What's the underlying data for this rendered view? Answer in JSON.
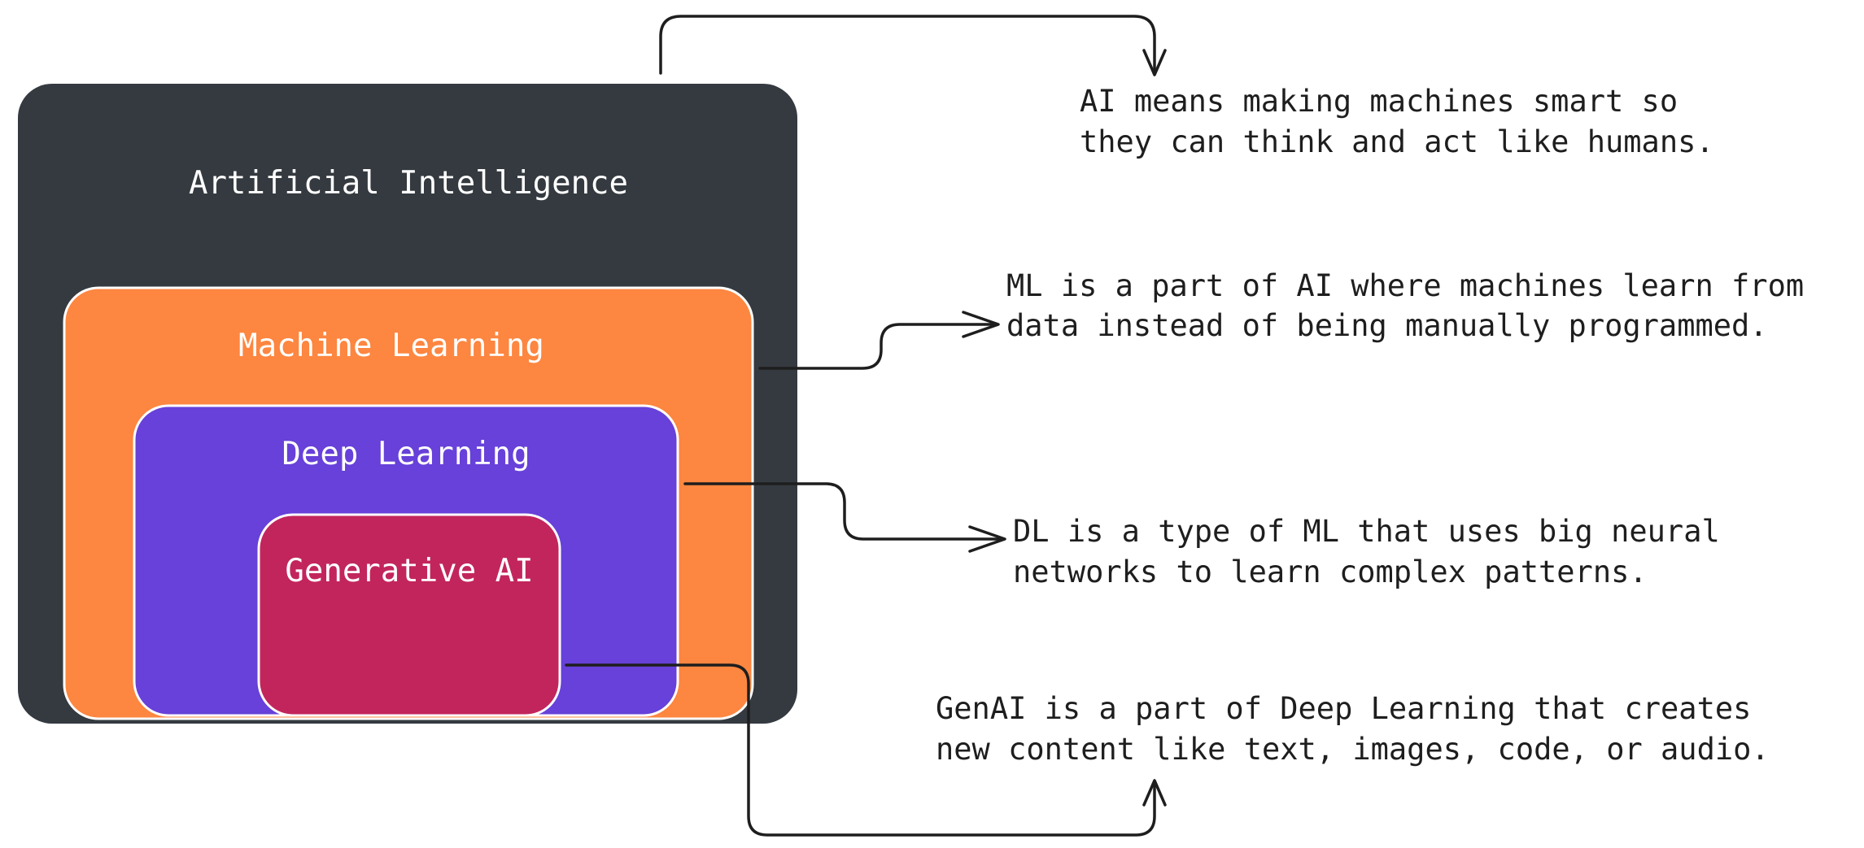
{
  "colors": {
    "ai_box": "#343a40",
    "ml_box": "#fd8640",
    "dl_box": "#6741d9",
    "genai_box": "#c2255c",
    "box_border": "#ffffff",
    "text_dark": "#1e1e1e"
  },
  "boxes": {
    "ai": {
      "label": "Artificial Intelligence"
    },
    "ml": {
      "label": "Machine Learning"
    },
    "dl": {
      "label": "Deep Learning"
    },
    "genai": {
      "label": "Generative AI"
    }
  },
  "descriptions": {
    "ai": {
      "line1": "AI means making machines smart so",
      "line2": "they can think and act like humans."
    },
    "ml": {
      "line1": "ML is a part of AI where machines learn from",
      "line2": "data instead of being manually programmed."
    },
    "dl": {
      "line1": "DL is a type of ML that uses big neural",
      "line2": "networks to learn complex patterns."
    },
    "genai": {
      "line1": "GenAI is a part of Deep Learning that creates",
      "line2": "new content like text, images, code, or audio."
    }
  }
}
